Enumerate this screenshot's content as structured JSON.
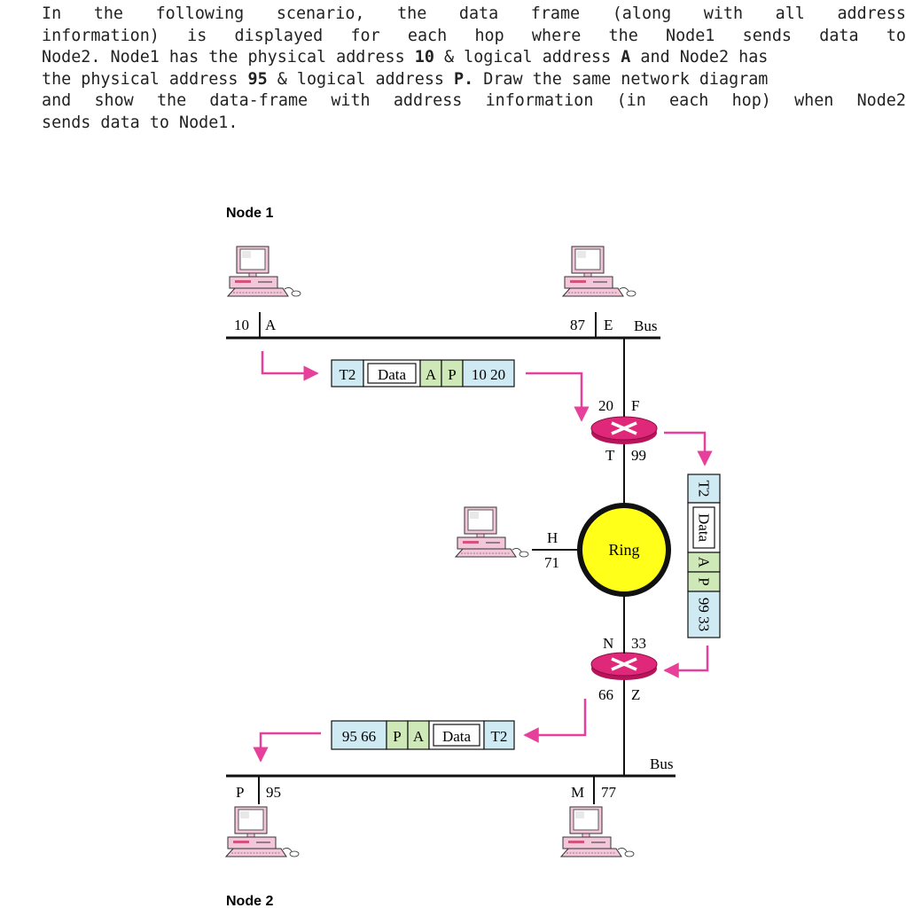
{
  "question": {
    "line1_parts": [
      "In",
      "the",
      "following",
      "scenario,",
      "the",
      "data",
      "frame",
      "(along",
      "with",
      "all",
      "address"
    ],
    "line2_parts": [
      "information)",
      "is",
      "displayed",
      "for",
      "each",
      "hop",
      "where",
      "the",
      "Node1",
      "sends",
      "data",
      "to"
    ],
    "line3": {
      "pre": "Node2. Node1 has the physical address ",
      "b1": "10",
      "mid": " & logical address ",
      "b2": "A",
      "post": " and Node2 has"
    },
    "line4": {
      "pre": "the physical address ",
      "b1": "95",
      "mid": " & logical address ",
      "b2": "P.",
      "post": " Draw the same network diagram"
    },
    "line5_parts": [
      "and",
      "show",
      "the",
      "data-frame",
      "with",
      "address",
      "information",
      "(in",
      "each",
      "hop)",
      "when",
      "Node2"
    ],
    "line6": "sends data to Node1."
  },
  "diagram": {
    "node1_label": "Node 1",
    "node2_label": "Node 2",
    "bus_label": "Bus",
    "ring_label": "Ring",
    "stations": {
      "node1": {
        "phys": "10",
        "log": "A"
      },
      "e": {
        "phys": "87",
        "log": "E"
      },
      "h": {
        "phys": "71",
        "log": "H"
      },
      "node2": {
        "phys": "95",
        "log": "P"
      },
      "m": {
        "phys": "77",
        "log": "M"
      }
    },
    "router_top": {
      "upper_phys": "20",
      "upper_log": "F",
      "lower_log": "T",
      "lower_phys": "99"
    },
    "router_bottom": {
      "upper_log": "N",
      "upper_phys": "33",
      "lower_phys": "66",
      "lower_log": "Z"
    },
    "frame_hop1": {
      "trailer": "T2",
      "data": "Data",
      "src_log": "A",
      "dst_log": "P",
      "phys": "10 20"
    },
    "frame_hop2": {
      "trailer": "T2",
      "data": "Data",
      "src_log": "A",
      "dst_log": "P",
      "phys": "99 33"
    },
    "frame_hop3": {
      "phys": "95 66",
      "dst_log": "P",
      "src_log": "A",
      "data": "Data",
      "trailer": "T2"
    },
    "colors": {
      "frame_blue": "#cfeaf2",
      "frame_green": "#cfe8b8",
      "arrow_pink": "#e6409a",
      "router_pink": "#e0287a",
      "ring_yellow": "#ffff1a",
      "monitor_pink": "#f4c6da"
    }
  }
}
